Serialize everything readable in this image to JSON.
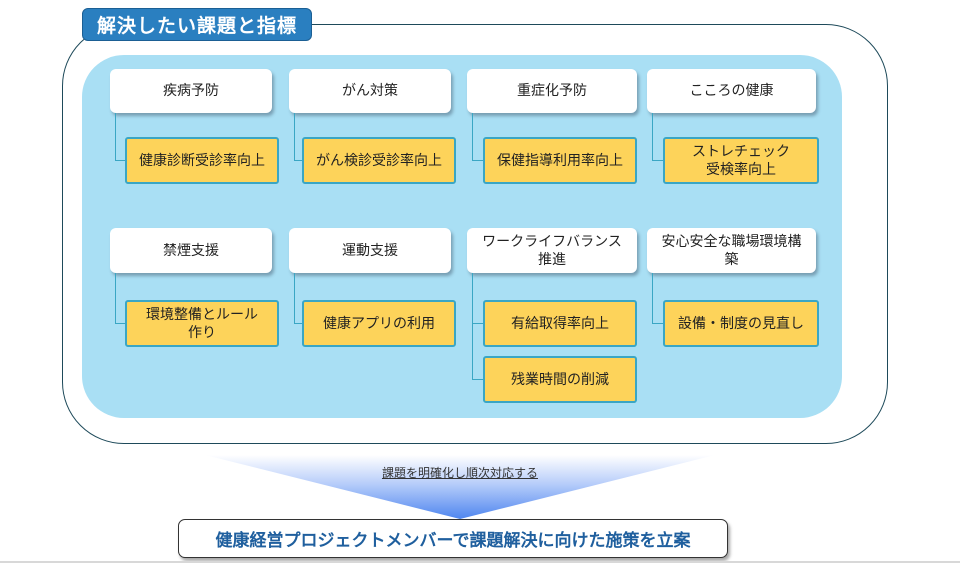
{
  "title": "解決したい課題と指標",
  "row1": [
    {
      "category": "疾病予防",
      "indicators": [
        "健康診断受診率向上"
      ]
    },
    {
      "category": "がん対策",
      "indicators": [
        "がん検診受診率向上"
      ]
    },
    {
      "category": "重症化予防",
      "indicators": [
        "保健指導利用率向上"
      ]
    },
    {
      "category": "こころの健康",
      "indicators": [
        "ストレチェック\n受検率向上"
      ]
    }
  ],
  "row2": [
    {
      "category": "禁煙支援",
      "indicators": [
        "環境整備とルール\n作り"
      ]
    },
    {
      "category": "運動支援",
      "indicators": [
        "健康アプリの利用"
      ]
    },
    {
      "category": "ワークライフバランス推進",
      "indicators": [
        "有給取得率向上",
        "残業時間の削減"
      ]
    },
    {
      "category": "安心安全な職場環境構築",
      "indicators": [
        "設備・制度の見直し"
      ]
    }
  ],
  "arrow_text": "課題を明確化し順次対応する",
  "conclusion": "健康経営プロジェクトメンバーで課題解決に向けた施策を立案"
}
